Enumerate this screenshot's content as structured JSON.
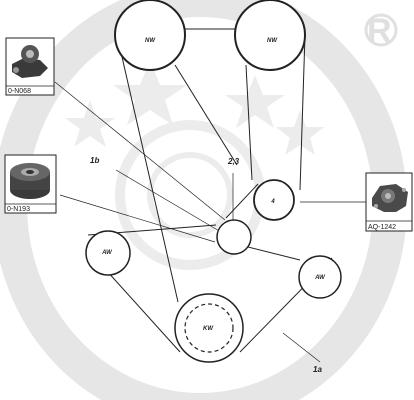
{
  "watermark": {
    "registered_mark": "R"
  },
  "pulleys": {
    "camshaft_left": "NW",
    "camshaft_right": "NW",
    "water_pump": "4",
    "idler_left": "AW",
    "idler_right": "AW",
    "crankshaft": "KW"
  },
  "callouts": {
    "tensioner_roller": "1b",
    "idler_group": "2,3",
    "belt": "1a"
  },
  "parts": {
    "tensioner": {
      "code": "0-N068"
    },
    "roller": {
      "code": "0-N193"
    },
    "water_pump": {
      "code": "AQ-1242"
    }
  },
  "colors": {
    "line": "#222222",
    "watermark": "#d9d9d9"
  }
}
